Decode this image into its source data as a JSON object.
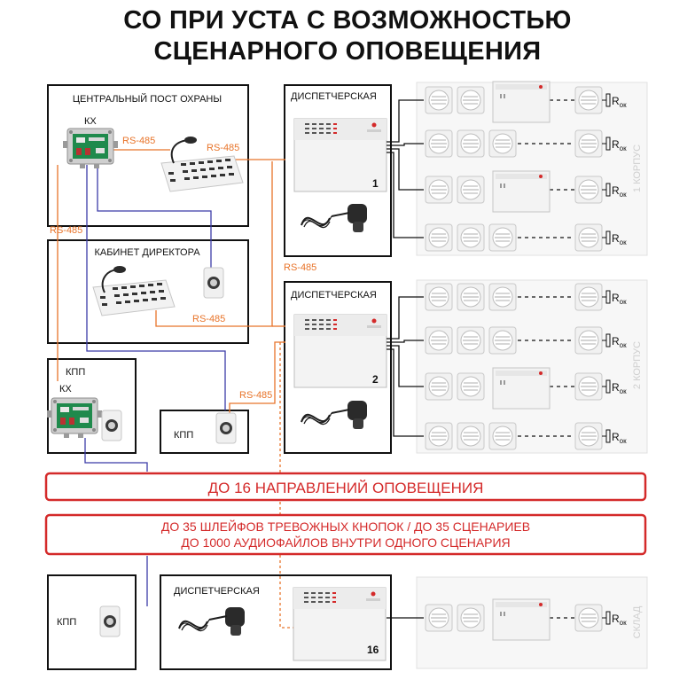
{
  "title": {
    "line1": "СО ПРИ УСТА С ВОЗМОЖНОСТЬЮ",
    "line2": "СЦЕНАРНОГО ОПОВЕЩЕНИЯ"
  },
  "rooms": {
    "central_post": "ЦЕНТРАЛЬНЫЙ ПОСТ ОХРАНЫ",
    "director": "КАБИНЕТ ДИРЕКТОРА",
    "kpp_main": "КПП",
    "kpp_small1": "КПП",
    "kpp_small2": "КПП",
    "dispatch1": "ДИСПЕТЧЕРСКАЯ",
    "dispatch2": "ДИСПЕТЧЕРСКАЯ",
    "dispatch16": "ДИСПЕТЧЕРСКАЯ"
  },
  "device_labels": {
    "kx1": "КХ",
    "kx2": "КХ"
  },
  "links": {
    "rs485": "RS-485"
  },
  "unit_numbers": {
    "u1": "1",
    "u2": "2",
    "u16": "16"
  },
  "zones": {
    "z1": "1 КОРПУС",
    "z2": "2 КОРПУС",
    "z3": "СКЛАД"
  },
  "resistor": {
    "main": "R",
    "sub": "ок"
  },
  "banners": {
    "directions": "ДО 16 НАПРАВЛЕНИЙ ОПОВЕЩЕНИЯ",
    "line1": "ДО 35 ШЛЕЙФОВ ТРЕВОЖНЫХ КНОПОК / ДО 35 СЦЕНАРИЕВ",
    "line2": "ДО 1000 АУДИОФАЙЛОВ ВНУТРИ ОДНОГО СЦЕНАРИЯ"
  },
  "colors": {
    "rs485_line": "#e8742a",
    "loop_line": "#3b3ba8",
    "banner_red": "#d42a2a",
    "frame": "#111111",
    "zone_fill": "#f7f7f7"
  }
}
